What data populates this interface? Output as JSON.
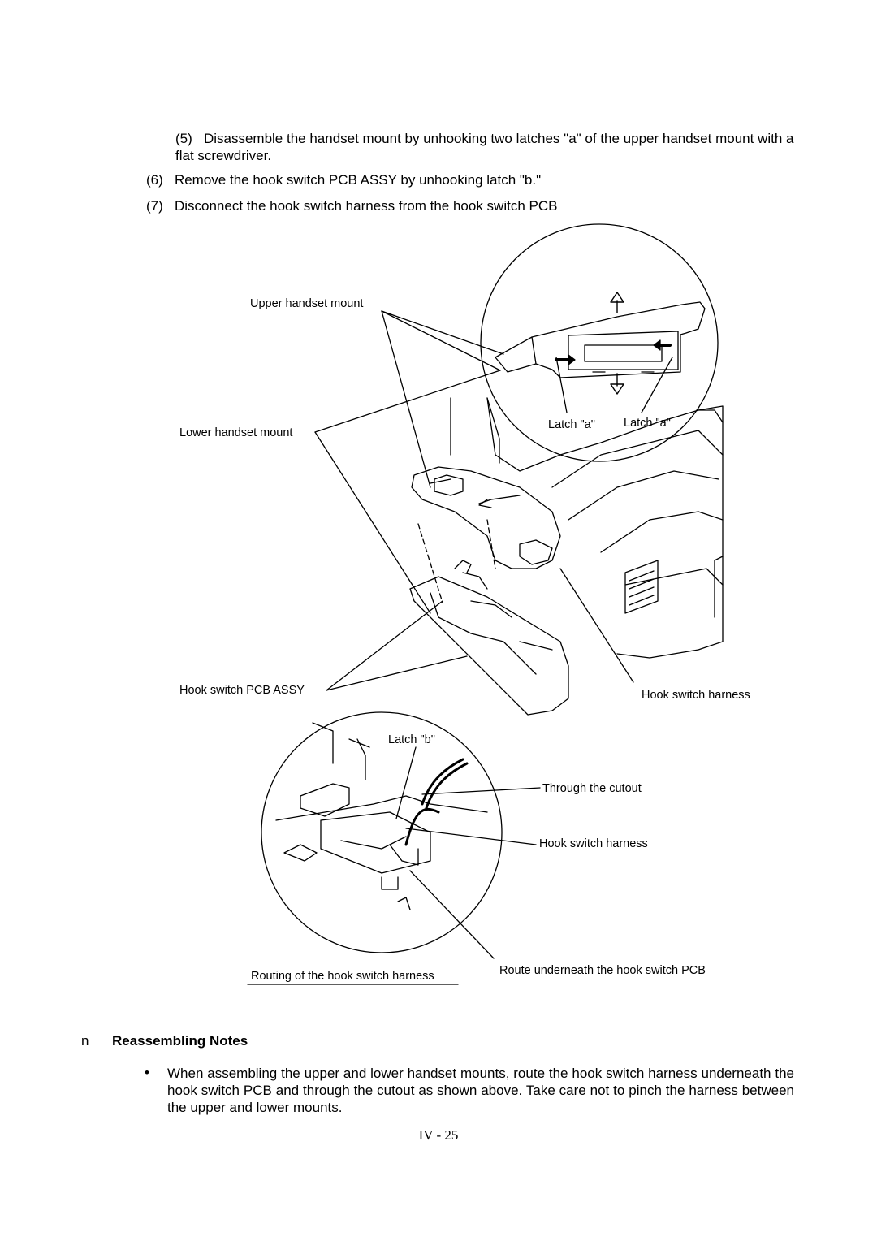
{
  "steps": [
    {
      "num": "(5)",
      "text": "Disassemble the handset mount by unhooking two latches \"a\" of the upper handset mount with a flat screwdriver."
    },
    {
      "num": "(6)",
      "text": "Remove the hook switch PCB ASSY by unhooking latch \"b.\""
    },
    {
      "num": "(7)",
      "text": "Disconnect the hook switch harness from the hook switch PCB"
    }
  ],
  "figure": {
    "labels": {
      "upper_handset_mount": "Upper handset mount",
      "lower_handset_mount": "Lower handset mount",
      "latch_a_1": "Latch \"a\"",
      "latch_a_2": "Latch \"a\"",
      "hook_switch_pcb_assy": "Hook switch PCB ASSY",
      "hook_switch_harness_top": "Hook switch harness",
      "latch_b": "Latch \"b\"",
      "through_cutout": "Through the cutout",
      "hook_switch_harness_detail": "Hook switch harness",
      "routing_caption": "Routing of the hook switch harness",
      "route_underneath": "Route underneath the hook switch PCB"
    }
  },
  "notes": {
    "marker": "n",
    "title": "Reassembling Notes",
    "bullet": "•",
    "text": "When assembling the upper and lower handset mounts, route the hook switch harness underneath the hook switch PCB and through the cutout as shown above.  Take care not to pinch the harness between the upper and lower mounts."
  },
  "page_number": "IV - 25"
}
